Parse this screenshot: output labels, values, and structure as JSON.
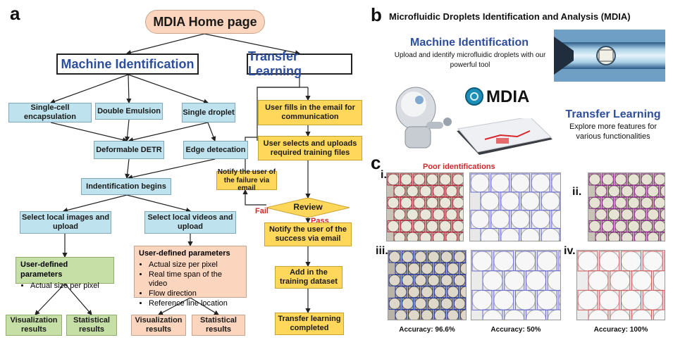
{
  "panel_a": {
    "letter": "a",
    "home": "MDIA Home page",
    "machine_identification": "Machine Identification",
    "transfer_learning": "Transfer Learning",
    "single_cell": "Single-cell encapsulation",
    "double_emulsion": "Double Emulsion",
    "single_droplet": "Single droplet",
    "deformable_detr": "Deformable DETR",
    "edge_detection": "Edge detecation",
    "identification_begins": "Indentification begins",
    "select_images": "Select local images and upload",
    "select_videos": "Select local videos and upload",
    "user_params_left_title": "User-defined parameters",
    "user_params_left_items": [
      "Actual size per pixel"
    ],
    "user_params_right_title": "User-defined parameters",
    "user_params_right_items": [
      "Actual size per pixel",
      "Real time span of the video",
      "Flow direction",
      "Reference line location"
    ],
    "vis_results_left": "Visualization results",
    "stat_results_left": "Statistical results",
    "vis_results_right": "Visualization results",
    "stat_results_right": "Statistical results",
    "email_box": "User fills in the  email for communication",
    "upload_training": "User selects and uploads required training files",
    "notify_failure": "Notify the user of the failure via email",
    "review": "Review",
    "fail": "Fail",
    "pass": "Pass",
    "notify_success": "Notify the user of the success via email",
    "add_training": "Add in the training dataset",
    "tl_completed": "Transfer learning completed"
  },
  "panel_b": {
    "letter": "b",
    "title": "Microfluidic Droplets Identification and Analysis (MDIA)",
    "mi_heading": "Machine Identification",
    "mi_text": "Upload and identify microfluidic droplets with our powerful tool",
    "logo_text": "MDIA",
    "tl_heading": "Transfer Learning",
    "tl_text": "Explore more features for various functionalities"
  },
  "panel_c": {
    "letter": "c",
    "poor_label": "Poor identifications",
    "label_i": "i.",
    "label_ii": "ii.",
    "label_iii": "iii.",
    "label_iv": "iv.",
    "acc_1": "Accuracy: 96.6%",
    "acc_2": "Accuracy: 50%",
    "acc_3": "Accuracy: 100%"
  },
  "colors": {
    "title_blue": "#2d4e9c",
    "fail_red": "#d7262c",
    "pass_red": "#d7262c",
    "box_blue": "#bfe3ee",
    "box_yellow": "#ffd75a",
    "box_peach": "#fbd5bd",
    "box_green": "#c6dfa7"
  }
}
